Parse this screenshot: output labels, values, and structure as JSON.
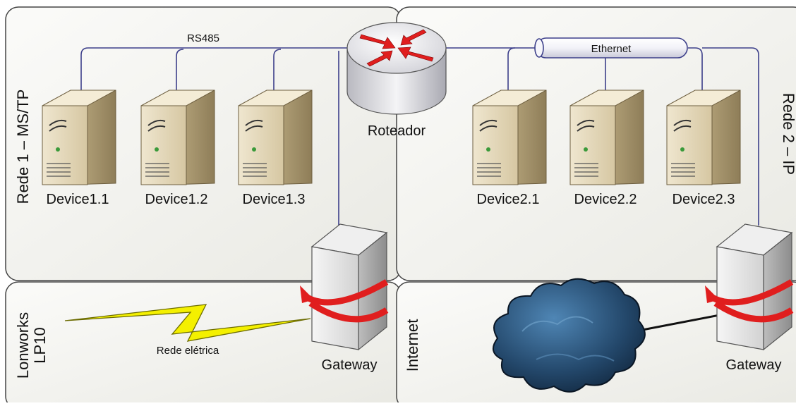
{
  "regions": {
    "rede1": "Rede 1 – MS/TP",
    "rede2": "Rede 2 – IP",
    "lonworks_line1": "Lonworks",
    "lonworks_line2": "LP10",
    "internet": "Internet"
  },
  "links": {
    "rs485": "RS485",
    "ethernet": "Ethernet",
    "rede_eletrica": "Rede elétrica"
  },
  "router": {
    "label": "Roteador"
  },
  "devices1": [
    "Device1.1",
    "Device1.2",
    "Device1.3"
  ],
  "devices2": [
    "Device2.1",
    "Device2.2",
    "Device2.3"
  ],
  "gateways": {
    "left": "Gateway",
    "right": "Gateway"
  },
  "colors": {
    "panel_fill": "#f1f1ee",
    "panel_border": "#444444",
    "bus_line": "#3c3f8a",
    "router_arrow": "#e01e1e",
    "bolt": "#f4f000",
    "cloud": "#1f3a55"
  }
}
